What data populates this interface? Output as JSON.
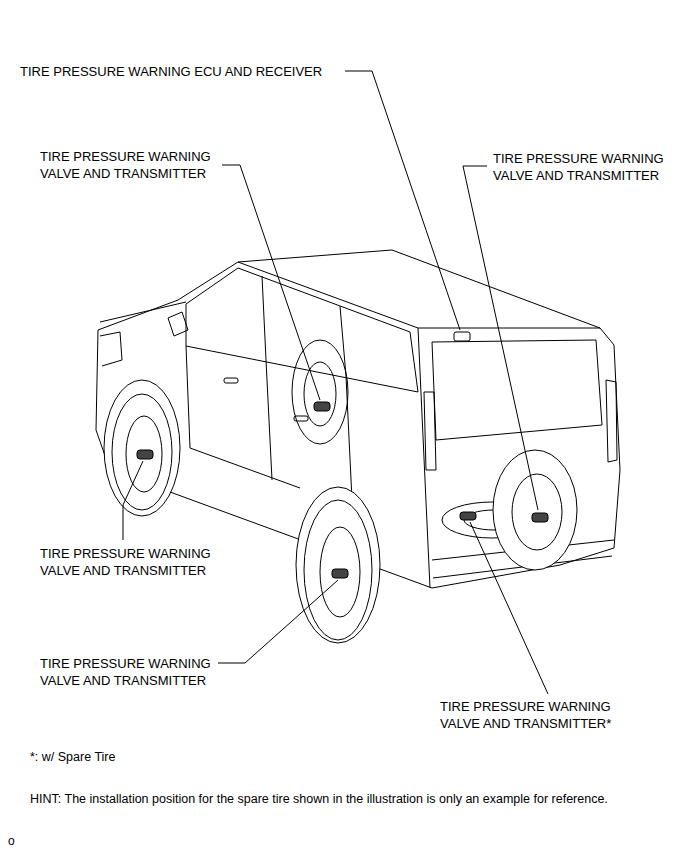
{
  "diagram": {
    "labels": [
      "TIRE PRESSURE WARNING ECU AND RECEIVER",
      "TIRE PRESSURE WARNING VALVE AND TRANSMITTER",
      "TIRE PRESSURE WARNING VALVE AND TRANSMITTER",
      "TIRE PRESSURE WARNING VALVE AND TRANSMITTER",
      "TIRE PRESSURE WARNING VALVE AND TRANSMITTER",
      "TIRE PRESSURE WARNING VALVE AND TRANSMITTER*",
      "*: w/ Spare Tire",
      "HINT: The installation position for the spare tire shown in the illustration is only an example for reference.",
      "o"
    ]
  }
}
